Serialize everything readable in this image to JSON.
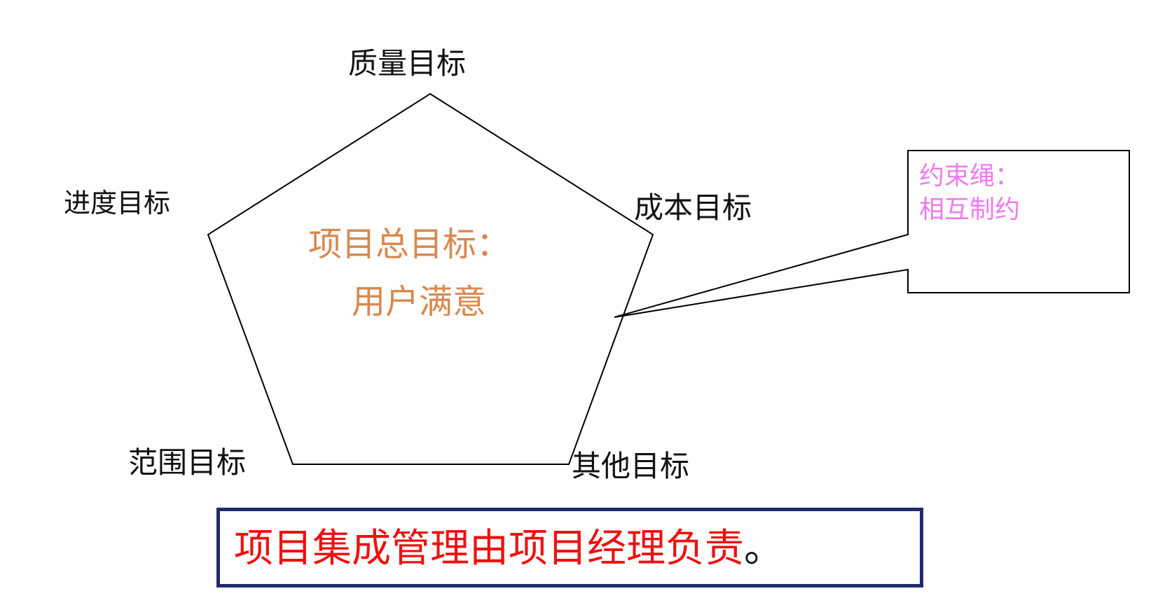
{
  "pentagon": {
    "vertices": {
      "top": "质量目标",
      "left": "进度目标",
      "right": "成本目标",
      "bottom_left": "范围目标",
      "bottom_right": "其他目标"
    },
    "center": {
      "line1": "项目总目标：",
      "line2": "用户满意"
    },
    "stroke_color": "#000000",
    "center_text_color": "#d8884f"
  },
  "callout": {
    "line1": "约束绳：",
    "line2": "相互制约",
    "text_color": "#ee7bee"
  },
  "note": {
    "text": "项目集成管理由项目经理负责",
    "period": "。",
    "text_color": "#ee1111",
    "border_color": "#1f2b6b"
  }
}
